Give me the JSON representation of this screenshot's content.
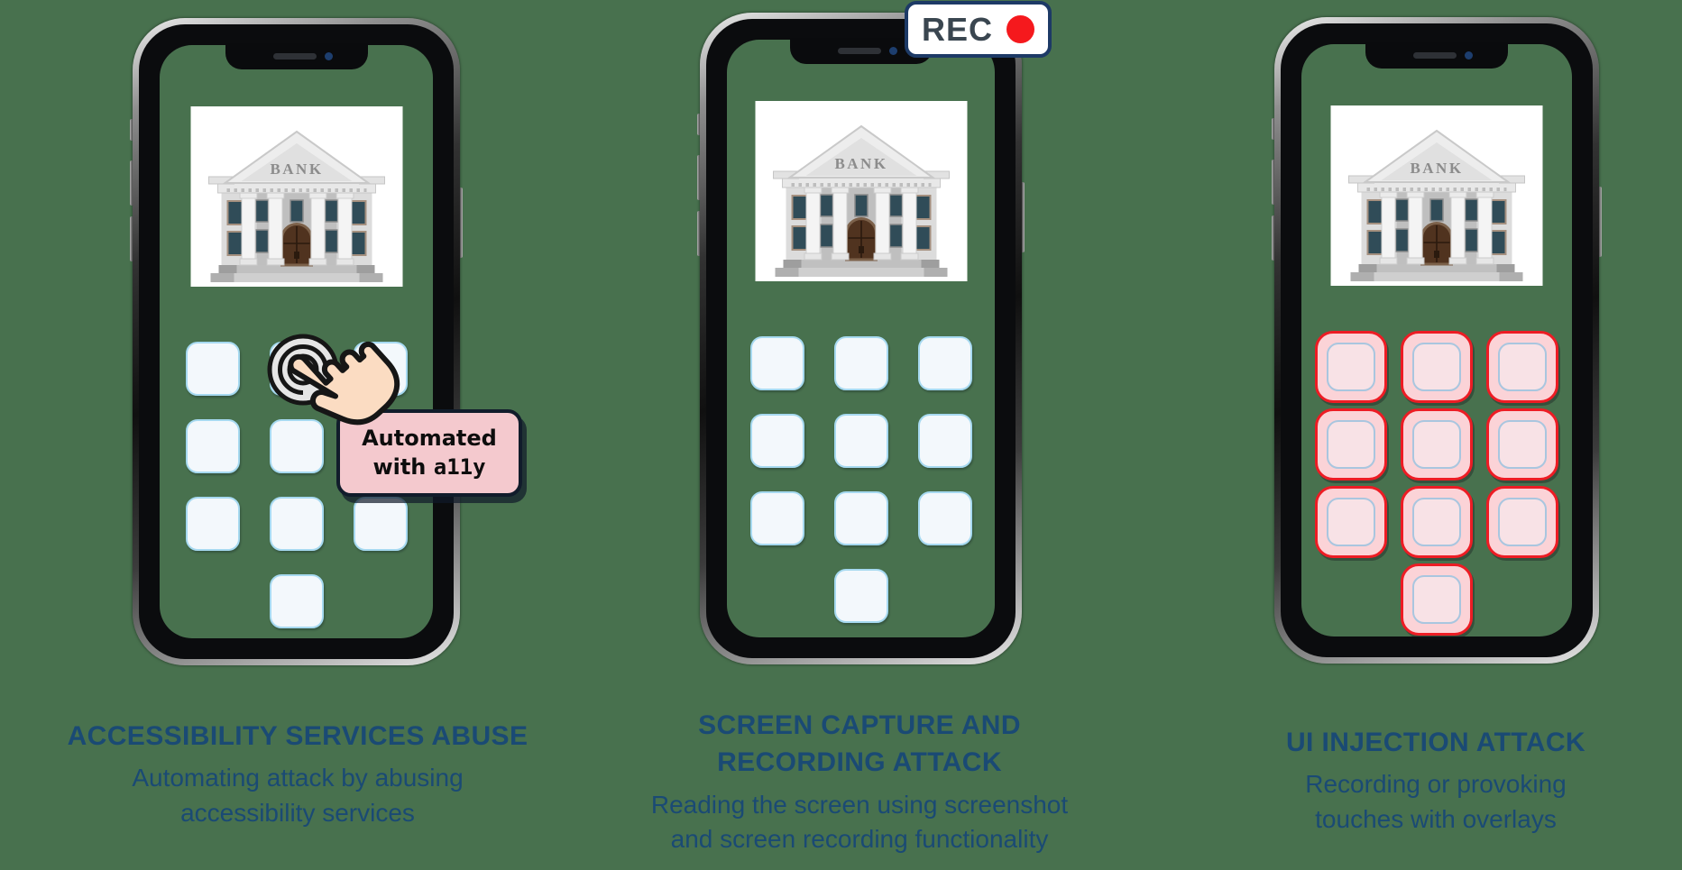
{
  "background_color": "#48714E",
  "accent_navy": "#1A4A74",
  "bank": {
    "label": "BANK"
  },
  "rec_badge": {
    "label": "REC",
    "dot_color": "#F5191D",
    "border_color": "#1D3A66"
  },
  "tooltip": {
    "line1": "Automated",
    "line2_prefix": "with ",
    "line2_code": "a11y",
    "bg_color": "#F4C9CE"
  },
  "keypad_colors": {
    "key_fill": "#F3F8FC",
    "key_border": "#A6D9F0",
    "overlay_fill": "#FBD3D7",
    "overlay_border": "#ED1C24",
    "inner_fill": "#F8E2E6",
    "inner_border": "#A9C6DF"
  },
  "panels": [
    {
      "title_line1": "ACCESSIBILITY SERVICES ABUSE",
      "title_line2": "",
      "sub_line1": "Automating attack by abusing",
      "sub_line2": "accessibility services"
    },
    {
      "title_line1": "SCREEN CAPTURE AND",
      "title_line2": "RECORDING ATTACK",
      "sub_line1": "Reading the screen using screenshot",
      "sub_line2": "and screen recording functionality"
    },
    {
      "title_line1": "UI INJECTION ATTACK",
      "title_line2": "",
      "sub_line1": "Recording or provoking",
      "sub_line2": "touches with overlays"
    }
  ]
}
